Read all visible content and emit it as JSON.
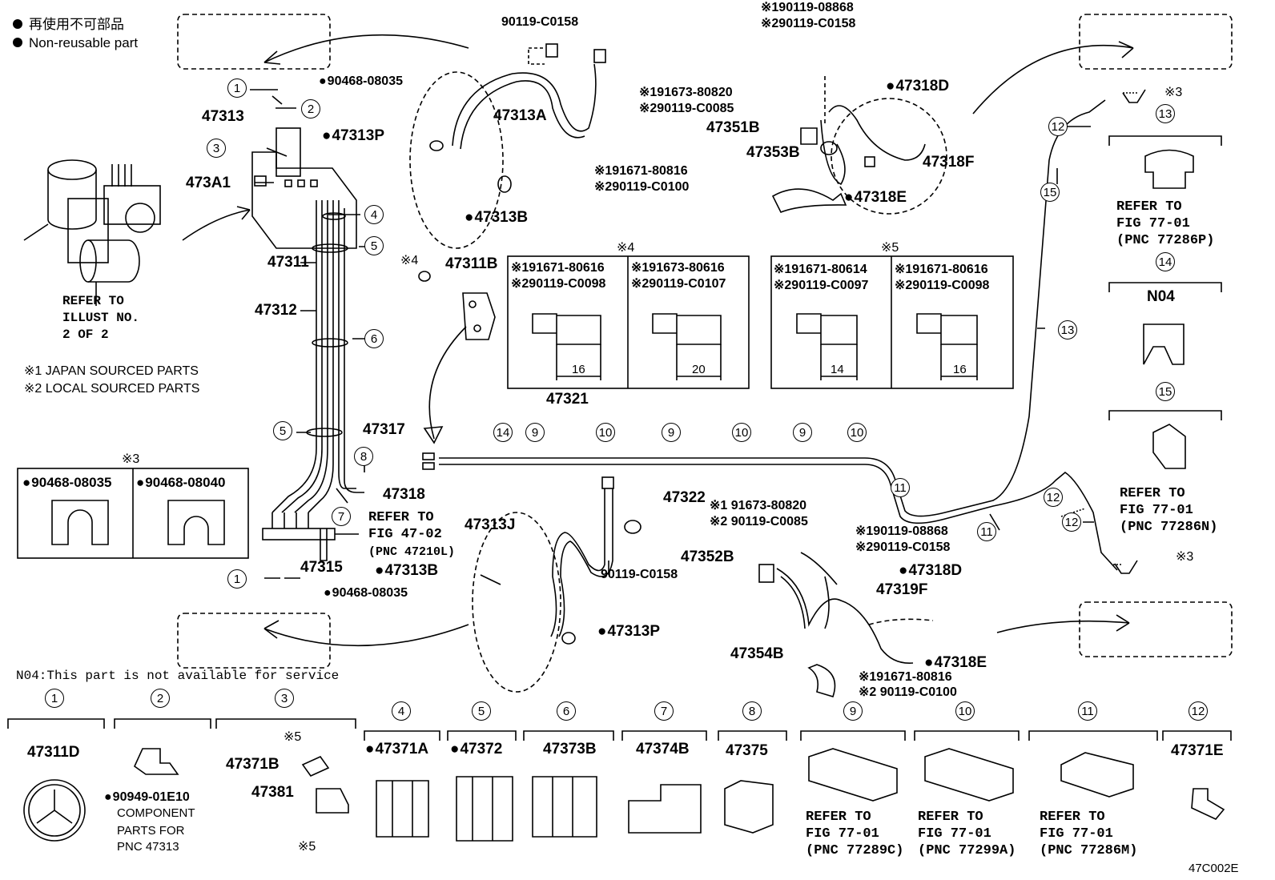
{
  "legend": {
    "non_reusable_jp": "再使用不可部品",
    "non_reusable_en": "Non-reusable part",
    "japan_sourced": "※1 JAPAN SOURCED PARTS",
    "local_sourced": "※2 LOCAL SOURCED PARTS",
    "n04_note": "N04:This part is not available for service"
  },
  "refer_illust": [
    "REFER TO",
    "ILLUST NO.",
    "2 OF 2"
  ],
  "ref3": {
    "mark": "※3",
    "left": "90468-08035",
    "right": "90468-08040"
  },
  "ref4": {
    "mark": "※4",
    "col1": [
      "※191671-80616",
      "※290119-C0098"
    ],
    "col1_dim": "16",
    "col2": [
      "※191673-80616",
      "※290119-C0107"
    ],
    "col2_dim": "20"
  },
  "ref5": {
    "mark": "※5",
    "col1": [
      "※191671-80614",
      "※290119-C0097"
    ],
    "col1_dim": "14",
    "col2": [
      "※191671-80616",
      "※290119-C0098"
    ],
    "col2_dim": "16"
  },
  "labels": {
    "p90119_top": "90119-C0158",
    "p90468_top": "90468-08035",
    "p47313": "47313",
    "p47313p_top": "47313P",
    "p47313a": "47313A",
    "p47313b_top": "47313B",
    "p473a1": "473A1",
    "p47311": "47311",
    "p47312": "47312",
    "p47311b": "47311B",
    "mark4_small": "※4",
    "p47317": "47317",
    "p47318": "47318",
    "p47321": "47321",
    "p47322": "47322",
    "refer_4702": [
      "REFER TO",
      "FIG 47-02",
      "(PNC 47210L)"
    ],
    "p47315": "47315",
    "p90468_bot": "90468-08035",
    "p47313j": "47313J",
    "p47313b_bot": "47313B",
    "p90119_mid": "90119-C0158",
    "p47313p_bot": "47313P",
    "tr_bolt": [
      "※190119-08868",
      "※290119-C0158"
    ],
    "tr_bolt2": [
      "※191673-80820",
      "※290119-C0085"
    ],
    "p47351b": "47351B",
    "p47353b": "47353B",
    "tr_bolt3": [
      "※191671-80816",
      "※290119-C0100"
    ],
    "p47318d_top": "47318D",
    "p47318f": "47318F",
    "p47318e_top": "47318E",
    "mid_bolt": [
      "※1 91673-80820",
      "※2 90119-C0085"
    ],
    "mid_bolt2": [
      "※190119-08868",
      "※290119-C0158"
    ],
    "p47352b": "47352B",
    "p47318d_bot": "47318D",
    "p47319f": "47319F",
    "p47354b": "47354B",
    "p47318e_bot": "47318E",
    "mid_bolt3": [
      "※191671-80816",
      "※2 90119-C0100"
    ],
    "mark3_top": "※3",
    "mark3_bot": "※3",
    "n04": "N04",
    "refer_13": [
      "REFER TO",
      "FIG 77-01",
      "(PNC 77286P)"
    ],
    "refer_15": [
      "REFER TO",
      "FIG 77-01",
      "(PNC 77286N)"
    ],
    "figcode": "47C002E"
  },
  "bottom_row": {
    "c1": "47311D",
    "c2": [
      "90949-01E10",
      "COMPONENT",
      "PARTS FOR",
      "PNC 47313"
    ],
    "c3": [
      "47371B",
      "47381",
      "※5",
      "※5"
    ],
    "c4": "47371A",
    "c5": "47372",
    "c6": "47373B",
    "c7": "47374B",
    "c8": "47375",
    "c9": [
      "REFER TO",
      "FIG 77-01",
      "(PNC 77289C)"
    ],
    "c10": [
      "REFER TO",
      "FIG 77-01",
      "(PNC 77299A)"
    ],
    "c11": [
      "REFER TO",
      "FIG 77-01",
      "(PNC 77286M)"
    ],
    "c12": "47371E"
  },
  "circle_numbers": [
    "1",
    "2",
    "3",
    "4",
    "5",
    "6",
    "7",
    "8",
    "9",
    "10",
    "11",
    "12",
    "13",
    "14",
    "15"
  ]
}
